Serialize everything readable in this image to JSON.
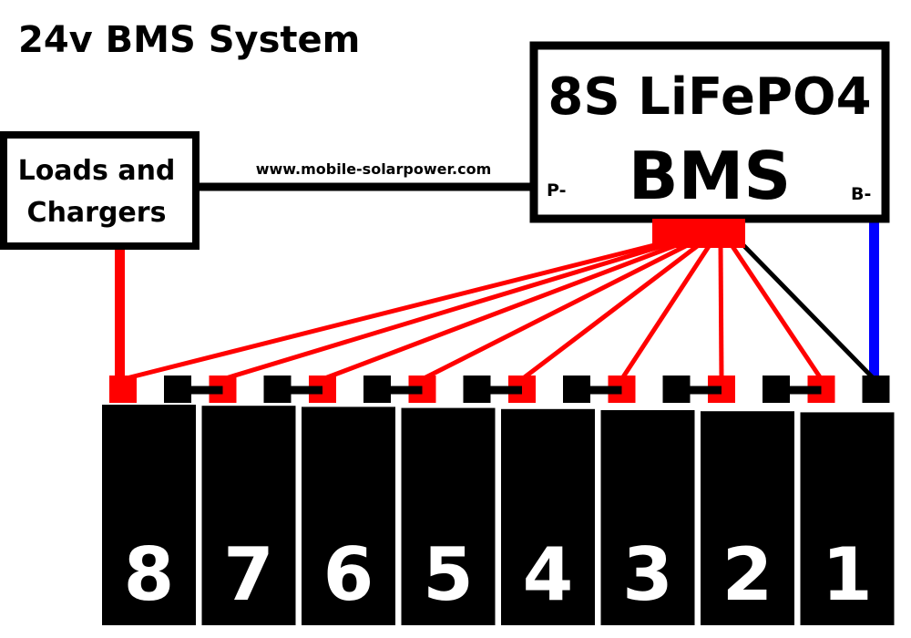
{
  "title": "24v BMS System",
  "bms": {
    "title": "8S LiFePO4",
    "subtitle": "BMS",
    "p_minus": "P-",
    "b_minus": "B-"
  },
  "loads": {
    "line1": "Loads and",
    "line2": "Chargers"
  },
  "watermark": "www.mobile-solarpower.com",
  "cells": [
    "8",
    "7",
    "6",
    "5",
    "4",
    "3",
    "2",
    "1"
  ],
  "colors": {
    "positive": "#ff0000",
    "negative": "#000000",
    "b_minus_wire": "#0000ff",
    "cell": "#000000",
    "cell_label": "#ffffff"
  }
}
